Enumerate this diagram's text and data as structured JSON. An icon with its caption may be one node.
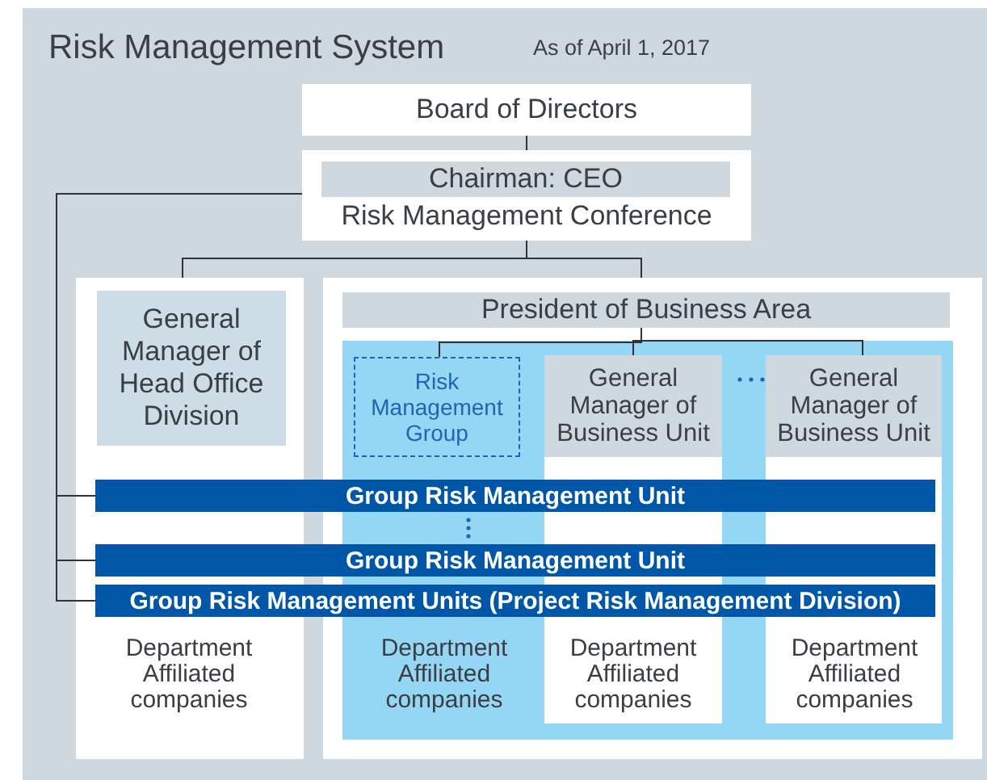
{
  "diagram": {
    "title": "Risk Management System",
    "nodes": [
      {
        "text": [
          "Board of Directors"
        ]
      },
      {
        "text": [
          "Risk Management Conference"
        ]
      },
      {
        "text": [
          "Chairman: CEO"
        ],
        "in": 1
      },
      {
        "text": [],
        "shape": "box"
      },
      {
        "text": [
          "General Manager of Head Office Division"
        ],
        "in": 3
      },
      {
        "text": [],
        "shape": "box"
      },
      {
        "text": [
          "President of Business Area"
        ],
        "in": 5
      },
      {
        "text": [],
        "shape": "box",
        "in": 5
      },
      {
        "text": [
          "Risk Management Group"
        ],
        "in": 7
      },
      {
        "text": [
          "General Manager of Business Unit"
        ],
        "in": 7
      },
      {
        "text": [
          "General Manager of Business Unit"
        ],
        "in": 7
      },
      {
        "text": [
          "Group Risk Management Unit"
        ]
      },
      {
        "text": [
          "Group Risk Management Unit"
        ]
      },
      {
        "text": [
          "Group Risk Management Units (Project Risk Management Division)"
        ]
      }
    ],
    "edges": [
      {
        "from": 0,
        "to": 1,
        "arrow": "none"
      },
      {
        "from": 1,
        "to": 3,
        "arrow": "none"
      },
      {
        "from": 1,
        "to": 5,
        "arrow": "none"
      },
      {
        "from": 6,
        "to": 8,
        "arrow": "none"
      },
      {
        "from": 6,
        "to": 9,
        "arrow": "none"
      },
      {
        "from": 6,
        "to": 10,
        "arrow": "none"
      },
      {
        "from": 1,
        "to": 11,
        "arrow": "none"
      },
      {
        "from": 1,
        "to": 12,
        "arrow": "none"
      },
      {
        "from": 1,
        "to": 13,
        "arrow": "none"
      }
    ],
    "labels": [
      "As of April 1, 2017",
      "Department Affiliated companies",
      "Department Affiliated companies",
      "Department Affiliated companies",
      "Department Affiliated companies"
    ]
  }
}
